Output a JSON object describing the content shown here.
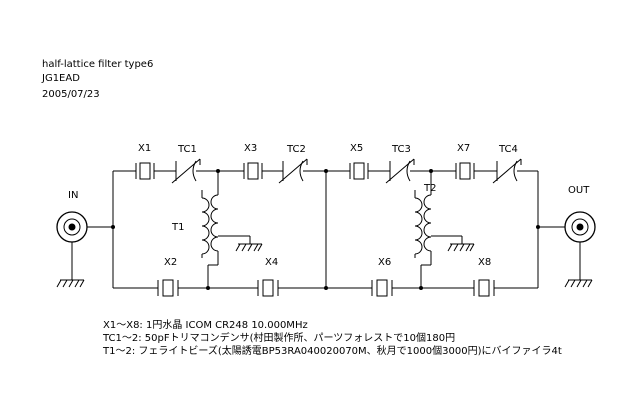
{
  "header": {
    "title": "half-lattice filter type6",
    "author": "JG1EAD",
    "date": "2005/07/23"
  },
  "ports": {
    "input_label": "IN",
    "output_label": "OUT"
  },
  "parts": {
    "x1": "X1",
    "x2": "X2",
    "x3": "X3",
    "x4": "X4",
    "x5": "X5",
    "x6": "X6",
    "x7": "X7",
    "x8": "X8",
    "tc1": "TC1",
    "tc2": "TC2",
    "tc3": "TC3",
    "tc4": "TC4",
    "t1": "T1",
    "t2": "T2"
  },
  "notes": {
    "line1": "X1～X8: 1円水晶 ICOM CR248 10.000MHz",
    "line2": "TC1～2: 50pFトリマコンデンサ(村田製作所、パーツフォレストで10個180円",
    "line3": "T1～2: フェライトビーズ(太陽誘電BP53RA040020070M、秋月で1000個3000円)にバイファイラ4t"
  }
}
